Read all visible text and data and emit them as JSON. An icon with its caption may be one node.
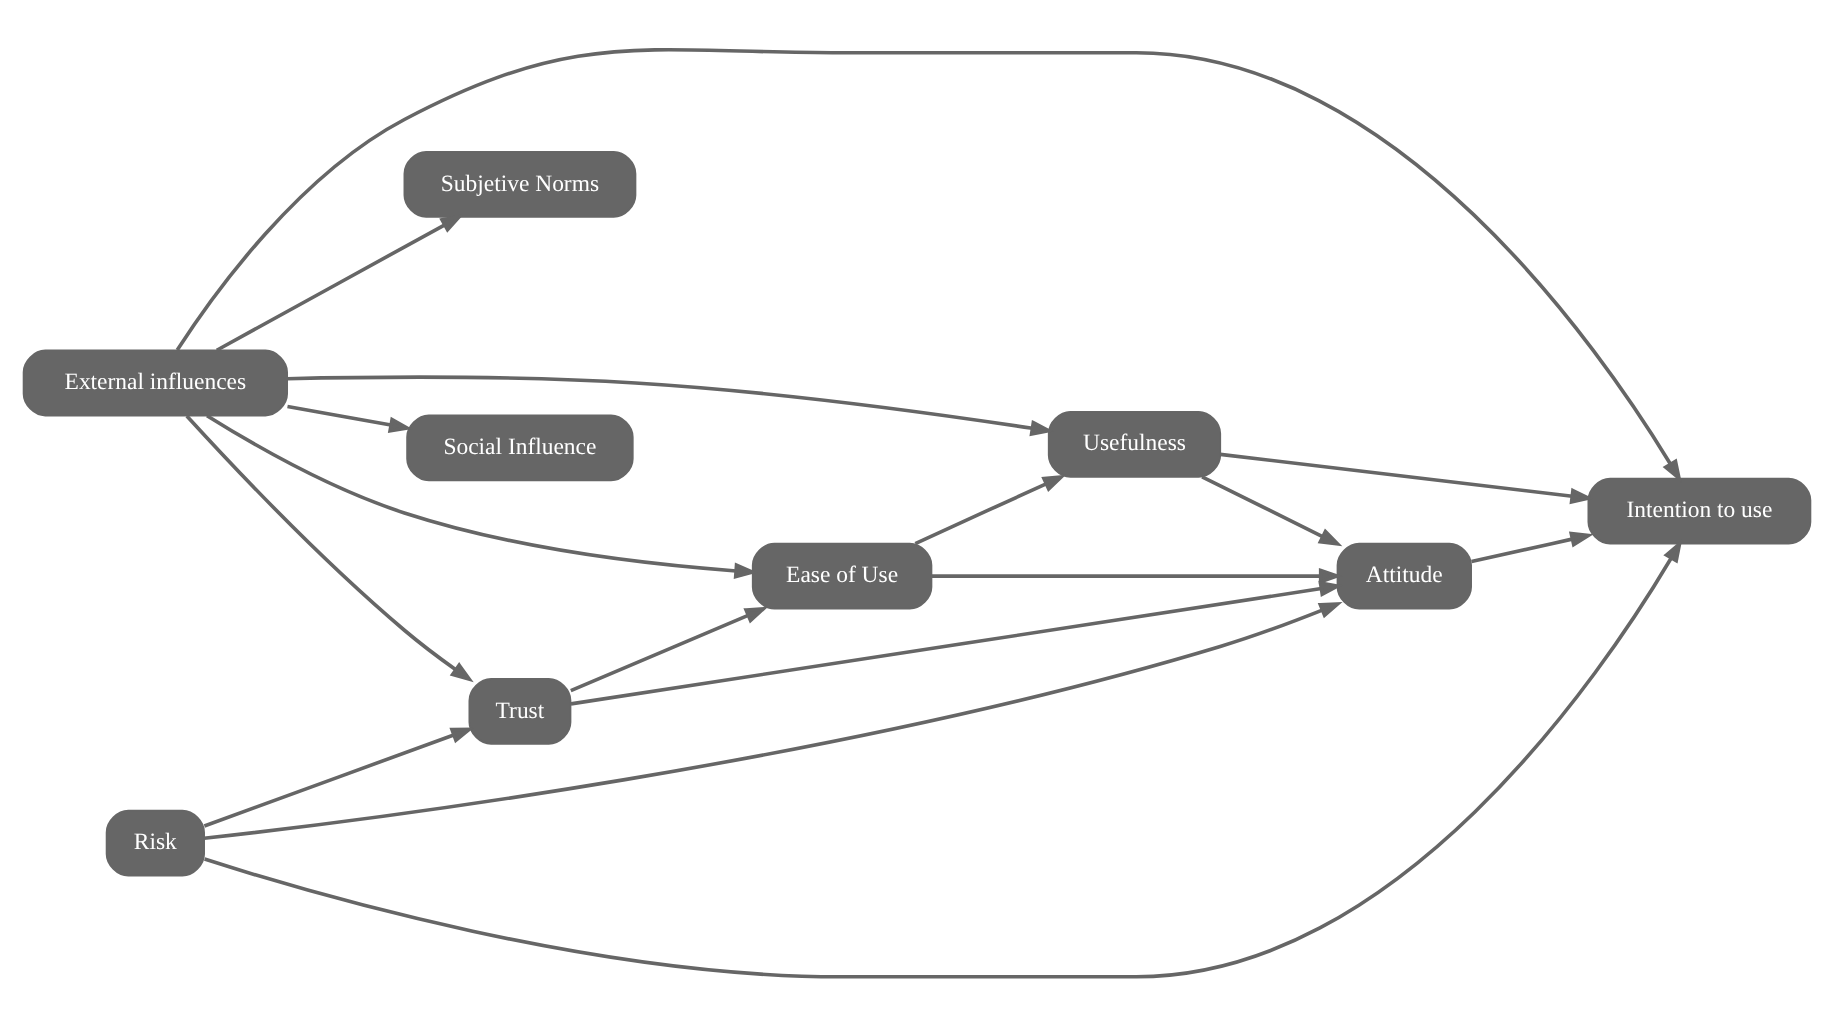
{
  "diagram": {
    "nodes": [
      {
        "text": [
          "Social Influence"
        ]
      },
      {
        "text": [
          "Ease of Use"
        ]
      },
      {
        "text": [
          "Attitude"
        ]
      },
      {
        "text": [
          "External influences"
        ]
      },
      {
        "text": [
          "Intention to use"
        ]
      },
      {
        "text": [
          "Subjetive Norms"
        ]
      },
      {
        "text": [
          "Usefulness"
        ]
      },
      {
        "text": [
          "Trust"
        ]
      },
      {
        "text": [
          "Risk"
        ]
      }
    ],
    "edges": [
      {
        "from": 3,
        "to": 0,
        "arrow": "to"
      },
      {
        "from": 3,
        "to": 5,
        "arrow": "to"
      },
      {
        "from": 3,
        "to": 1,
        "arrow": "to"
      },
      {
        "from": 3,
        "to": 4,
        "arrow": "to"
      },
      {
        "from": 3,
        "to": 6,
        "arrow": "to"
      },
      {
        "from": 3,
        "to": 7,
        "arrow": "to"
      },
      {
        "from": 1,
        "to": 2,
        "arrow": "to"
      },
      {
        "from": 1,
        "to": 6,
        "arrow": "to"
      },
      {
        "from": 6,
        "to": 2,
        "arrow": "to"
      },
      {
        "from": 6,
        "to": 4,
        "arrow": "to"
      },
      {
        "from": 2,
        "to": 4,
        "arrow": "to"
      },
      {
        "from": 7,
        "to": 1,
        "arrow": "to"
      },
      {
        "from": 7,
        "to": 2,
        "arrow": "to"
      },
      {
        "from": 8,
        "to": 7,
        "arrow": "to"
      },
      {
        "from": 8,
        "to": 2,
        "arrow": "to"
      },
      {
        "from": 8,
        "to": 4,
        "arrow": "to"
      }
    ]
  }
}
